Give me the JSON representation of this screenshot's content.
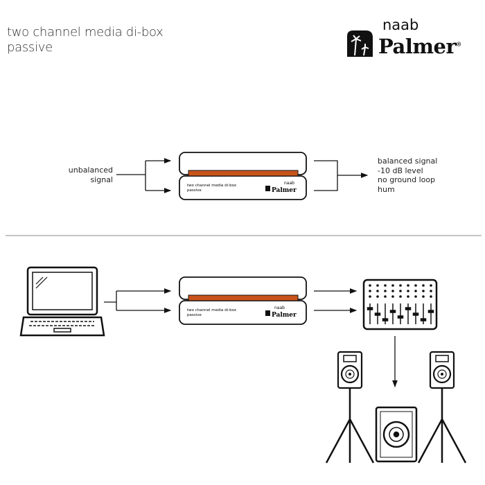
{
  "header": {
    "title_line1": "two channel media di-box",
    "title_line2": "passive"
  },
  "logo": {
    "small": "naab",
    "brand": "Palmer",
    "registered": "®"
  },
  "device": {
    "label_line1": "two channel media di-box",
    "label_line2": "passive",
    "brand_small": "naab",
    "brand": "Palmer",
    "accent_color": "#c8541c"
  },
  "input_label": [
    "unbalanced",
    "signal"
  ],
  "output_label": [
    "balanced signal",
    "-10 dB level",
    "no ground loop",
    "hum"
  ],
  "icons": [
    "laptop-icon",
    "mixer-icon",
    "speaker-icon",
    "subwoofer-icon",
    "palm-tree-icon"
  ]
}
